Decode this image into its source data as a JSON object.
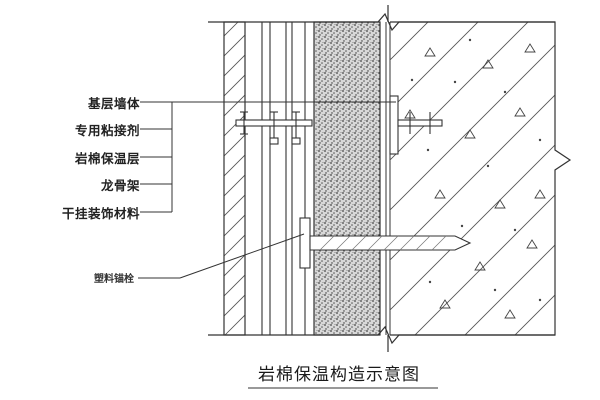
{
  "labels": {
    "base_wall": "基层墙体",
    "adhesive": "专用粘接剂",
    "rock_wool_layer": "岩棉保温层",
    "keel_frame": "龙骨架",
    "dry_hang_finish": "干挂装饰材料",
    "plastic_anchor": "塑料锚栓"
  },
  "caption": "岩棉保温构造示意图",
  "colors": {
    "line": "#333333",
    "insulation_speckle": "#555555",
    "background": "#ffffff"
  }
}
